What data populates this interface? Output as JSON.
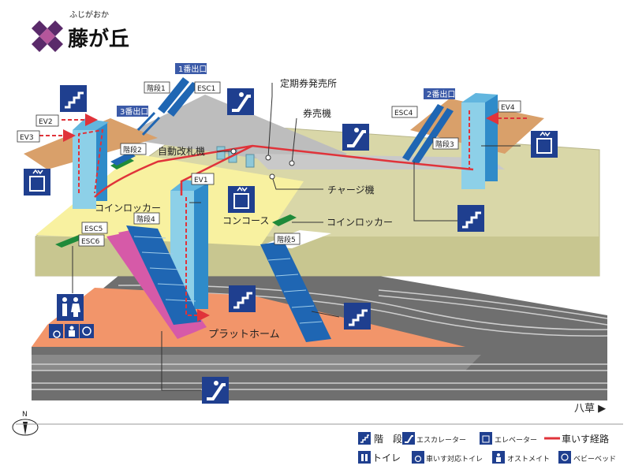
{
  "station": {
    "name": "藤が丘",
    "reading": "ふじがおか",
    "symbol_colors": [
      "#5a2a6a",
      "#b5569b"
    ]
  },
  "direction_label": "八草 ▶",
  "compass_label": "N",
  "colors": {
    "wheelchair_route": "#e0333a",
    "escalator_pink": "#d65aa8",
    "stairs_blue": "#1f66b3",
    "icon_navy": "#1f3f8f",
    "concourse_floor": "#f8f1a0",
    "ground": "#d9d7a8",
    "ticket_area": "#d9a06a",
    "platform": "#f2956a",
    "track": "#7a7a7a",
    "green_locker": "#1f8a3a"
  },
  "labels": {
    "exit1": "1番出口",
    "exit2": "2番出口",
    "exit3": "3番出口",
    "stairs1": "階段1",
    "stairs2": "階段2",
    "stairs3": "階段3",
    "stairs4": "階段4",
    "stairs5": "階段5",
    "esc1": "ESC1",
    "esc4": "ESC4",
    "esc5": "ESC5",
    "esc6": "ESC6",
    "ev1": "EV1",
    "ev2": "EV2",
    "ev3": "EV3",
    "ev4": "EV4",
    "commuter_pass_office": "定期券発売所",
    "ticket_machine": "券売機",
    "auto_gate": "自動改札機",
    "charge_machine": "チャージ機",
    "coin_locker_left": "コインロッカー",
    "coin_locker_right": "コインロッカー",
    "concourse": "コンコース",
    "platform": "プラットホーム"
  },
  "legend": {
    "stairs": "階　段",
    "escalator": "エスカレーター",
    "elevator": "エレベーター",
    "wheelchair_route": "車いす経路",
    "toilet": "トイレ",
    "accessible_toilet": "車いす対応トイレ",
    "ostomate": "オストメイト",
    "baby_bed": "ベビーベッド"
  },
  "icons": [
    "stairs-icon",
    "escalator-icon",
    "elevator-icon",
    "toilet-icon",
    "accessible-toilet-icon",
    "ostomate-icon",
    "baby-bed-icon",
    "compass-icon"
  ]
}
